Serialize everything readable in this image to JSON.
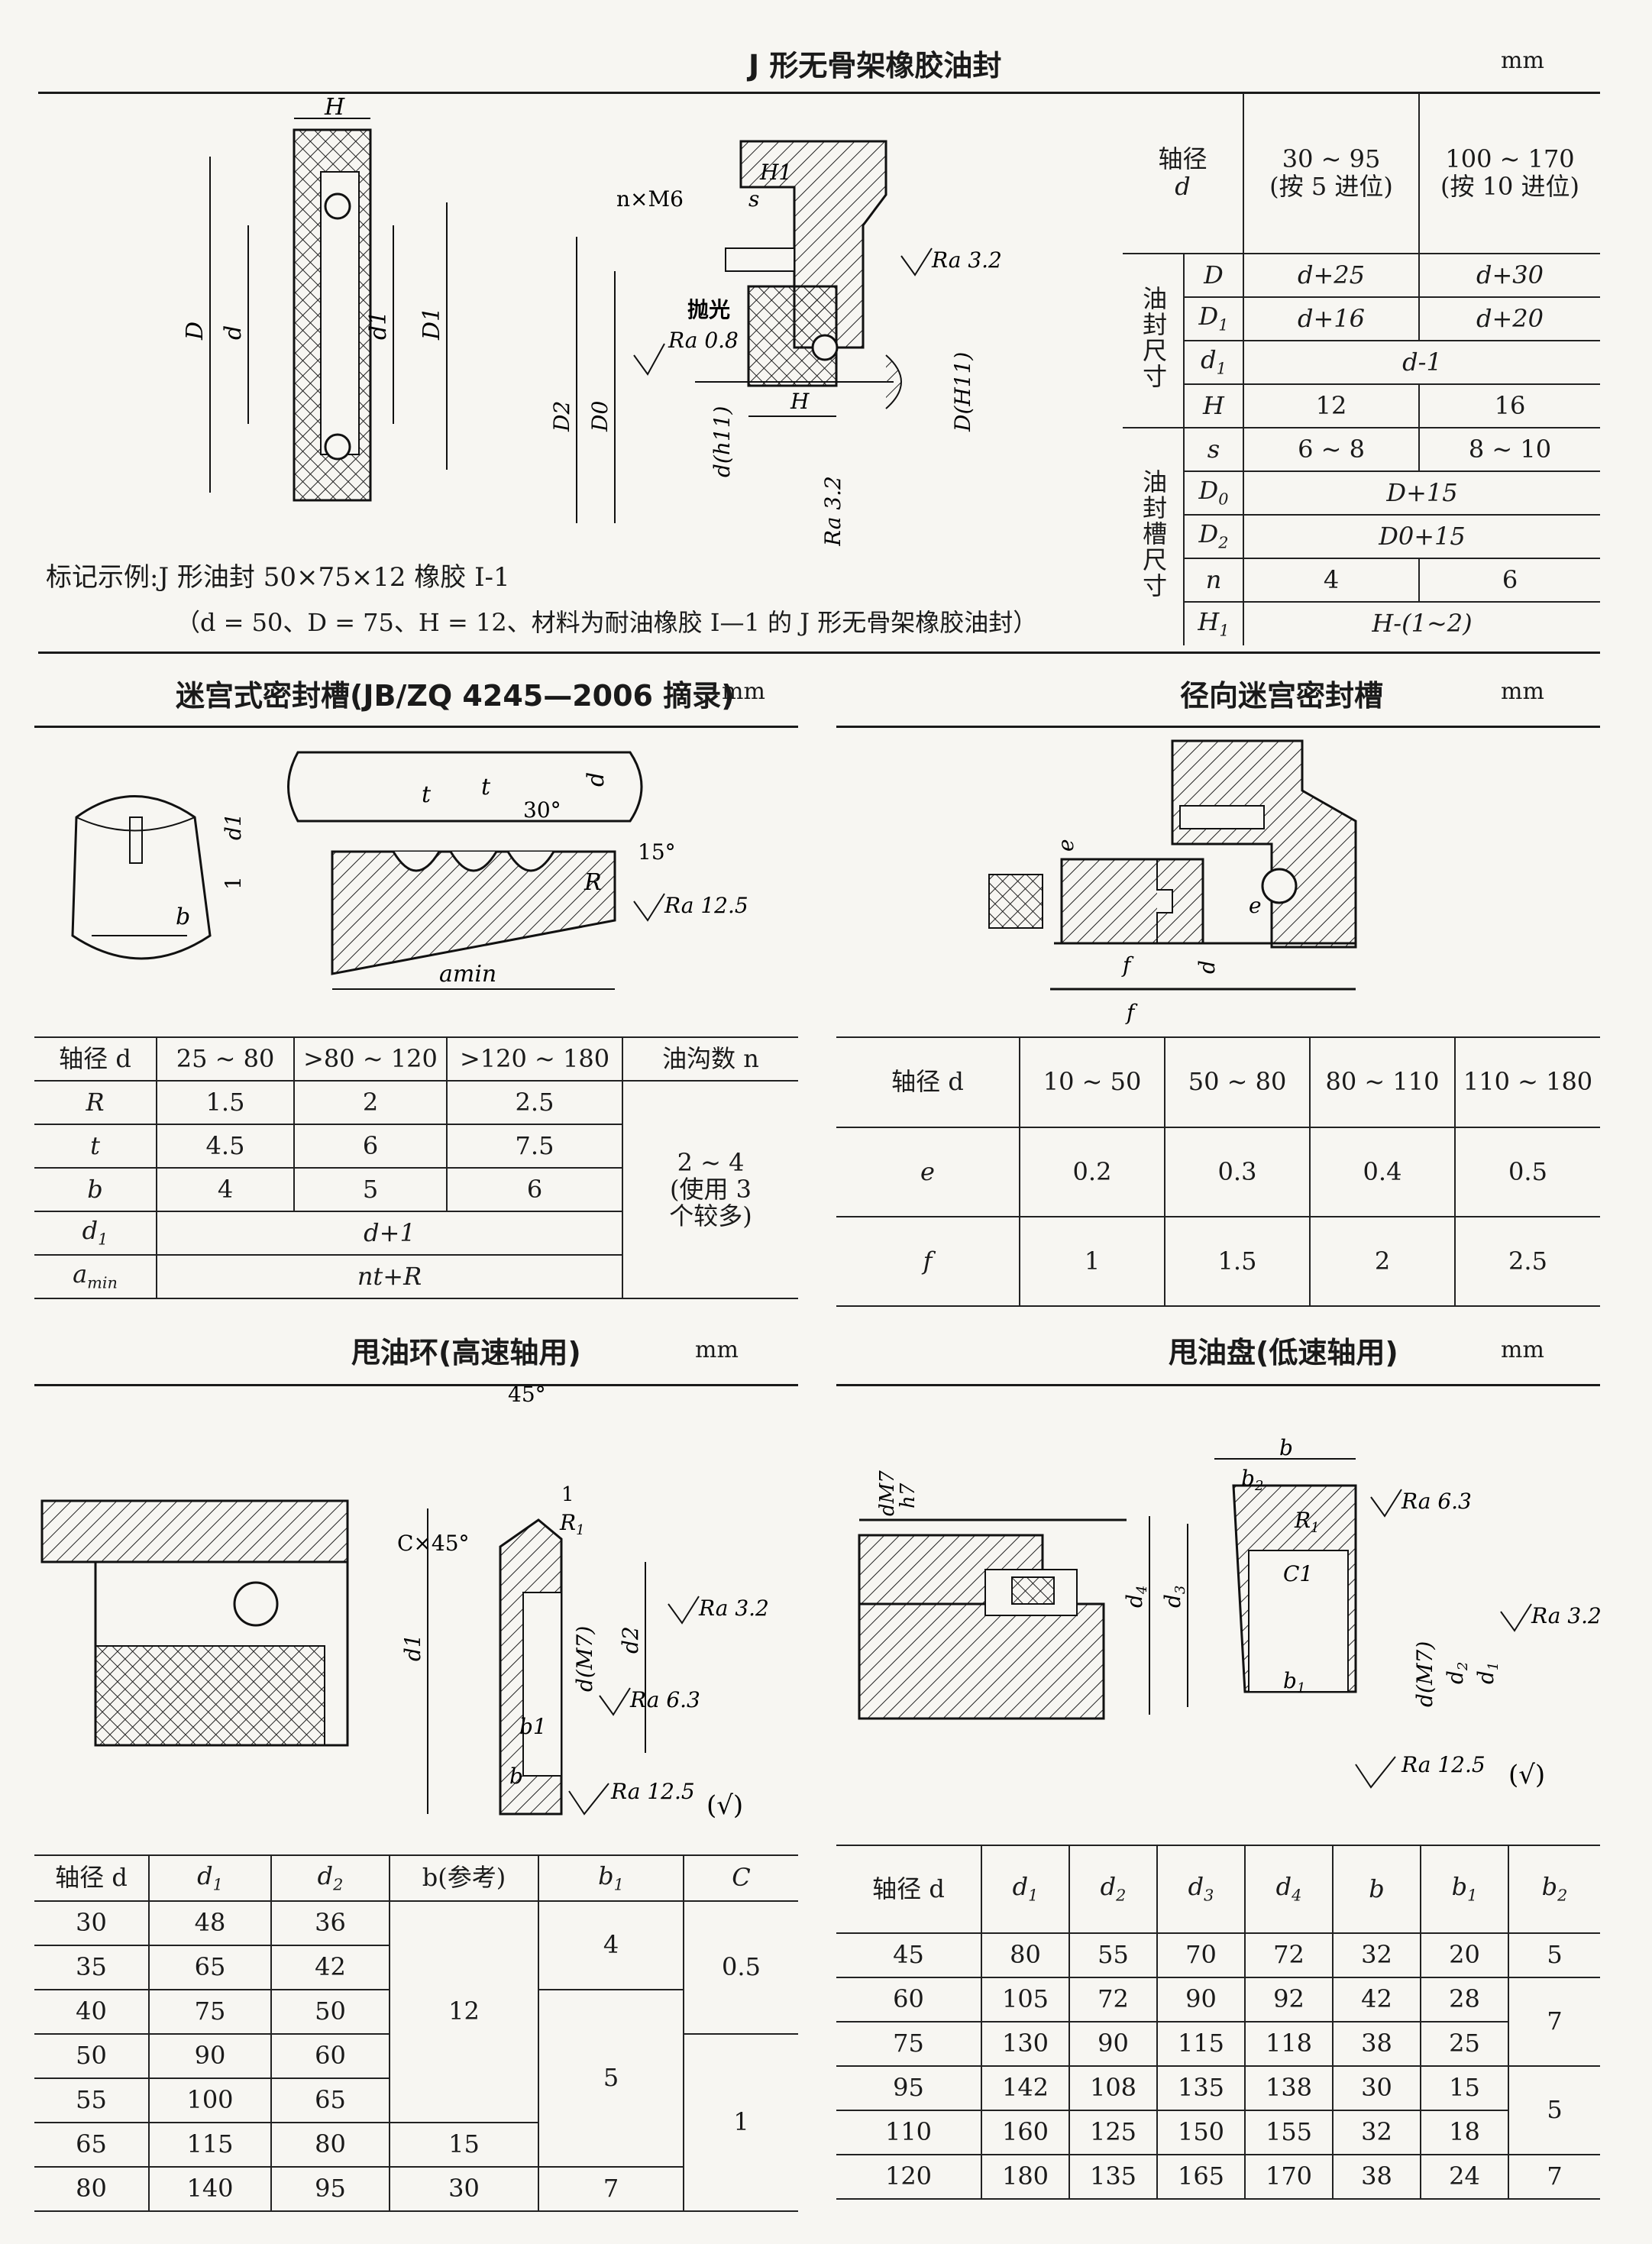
{
  "s1": {
    "title": "J 形无骨架橡胶油封",
    "unit": "mm",
    "example_line1": "标记示例:J 形油封   50×75×12   橡胶 Ⅰ-1",
    "example_line2": "（d = 50、D = 75、H = 12、材料为耐油橡胶 Ⅰ—1 的 J 形无骨架橡胶油封）",
    "table": {
      "head": [
        "轴径",
        "d",
        "30 ~ 95",
        "(按 5 进位)",
        "100 ~ 170",
        "(按 10 进位)"
      ],
      "group1": "油封尺寸",
      "group2": "油封槽尺寸",
      "rows": [
        [
          "D",
          "d+25",
          "d+30"
        ],
        [
          "D1",
          "d+16",
          "d+20"
        ],
        [
          "d1",
          "d-1"
        ],
        [
          "H",
          "12",
          "16"
        ],
        [
          "s",
          "6 ~ 8",
          "8 ~ 10"
        ],
        [
          "D0",
          "D+15"
        ],
        [
          "D2",
          "D0+15"
        ],
        [
          "n",
          "4",
          "6"
        ],
        [
          "H1",
          "H-(1~2)"
        ]
      ]
    },
    "fig": {
      "H": "H",
      "D": "D",
      "d": "d",
      "d1": "d1",
      "D1": "D1",
      "nM6": "n×M6",
      "s": "s",
      "H1": "H1",
      "ra32": "Ra 3.2",
      "polish": "抛光",
      "ra08": "Ra 0.8",
      "D2": "D2",
      "D0": "D0",
      "dh11": "d(h11)",
      "DH11": "D(H11)"
    }
  },
  "s2": {
    "title": "迷宫式密封槽(JB/ZQ 4245—2006 摘录)",
    "unit": "mm",
    "fig": {
      "t": "t",
      "d": "d",
      "d1": "d1",
      "one": "1",
      "deg30": "30°",
      "deg15": "15°",
      "R": "R",
      "ra125": "Ra 12.5",
      "amin": "amin",
      "b": "b"
    },
    "table": {
      "header": [
        "轴径 d",
        "25 ~ 80",
        ">80 ~ 120",
        ">120 ~ 180",
        "油沟数 n"
      ],
      "rows": [
        [
          "R",
          "1.5",
          "2",
          "2.5"
        ],
        [
          "t",
          "4.5",
          "6",
          "7.5"
        ],
        [
          "b",
          "4",
          "5",
          "6"
        ],
        [
          "d1",
          "d+1"
        ],
        [
          "amin",
          "nt+R"
        ]
      ],
      "n_value": "2 ~ 4",
      "n_note1": "(使用 3",
      "n_note2": "个较多)"
    }
  },
  "s3": {
    "title": "径向迷宫密封槽",
    "unit": "mm",
    "fig": {
      "e": "e",
      "f": "f",
      "d": "d"
    },
    "table": {
      "header": [
        "轴径 d",
        "10 ~ 50",
        "50 ~ 80",
        "80 ~ 110",
        "110 ~ 180"
      ],
      "rows": [
        [
          "e",
          "0.2",
          "0.3",
          "0.4",
          "0.5"
        ],
        [
          "f",
          "1",
          "1.5",
          "2",
          "2.5"
        ]
      ]
    }
  },
  "s4": {
    "title": "甩油环(高速轴用)",
    "unit": "mm",
    "fig": {
      "deg45": "45°",
      "one": "1",
      "R1": "R1",
      "C45": "C×45°",
      "d1": "d1",
      "dM7": "d(M7)",
      "d2": "d2",
      "ra32": "Ra 3.2",
      "b1": "b1",
      "ra63": "Ra 6.3",
      "b": "b",
      "ra125": "Ra 12.5",
      "check": "(√)"
    },
    "table": {
      "header": [
        "轴径 d",
        "d1",
        "d2",
        "b(参考)",
        "b1",
        "C"
      ],
      "rows": [
        [
          "30",
          "48",
          "36"
        ],
        [
          "35",
          "65",
          "42"
        ],
        [
          "40",
          "75",
          "50"
        ],
        [
          "50",
          "90",
          "60"
        ],
        [
          "55",
          "100",
          "65"
        ],
        [
          "65",
          "115",
          "80"
        ],
        [
          "80",
          "140",
          "95"
        ]
      ],
      "b_merged": [
        "12",
        "15",
        "30"
      ],
      "b1_merged": [
        "4",
        "5",
        "7"
      ],
      "c_merged": [
        "0.5",
        "1"
      ]
    }
  },
  "s5": {
    "title": "甩油盘(低速轴用)",
    "unit": "mm",
    "fig": {
      "b": "b",
      "b2": "b2",
      "dM7": "dM7",
      "h7": "h7",
      "R1": "R1",
      "ra63": "Ra 6.3",
      "ra32": "Ra 3.2",
      "C1": "C1",
      "d4": "d4",
      "d3": "d3",
      "b1": "b1",
      "dM7b": "d(M7)",
      "d2": "d2",
      "d1": "d1",
      "ra125": "Ra 12.5",
      "check": "(√)"
    },
    "table": {
      "header": [
        "轴径 d",
        "d1",
        "d2",
        "d3",
        "d4",
        "b",
        "b1",
        "b2"
      ],
      "rows": [
        [
          "45",
          "80",
          "55",
          "70",
          "72",
          "32",
          "20",
          "5"
        ],
        [
          "60",
          "105",
          "72",
          "90",
          "92",
          "42",
          "28"
        ],
        [
          "75",
          "130",
          "90",
          "115",
          "118",
          "38",
          "25"
        ],
        [
          "95",
          "142",
          "108",
          "135",
          "138",
          "30",
          "15"
        ],
        [
          "110",
          "160",
          "125",
          "150",
          "155",
          "32",
          "18"
        ],
        [
          "120",
          "180",
          "135",
          "165",
          "170",
          "38",
          "24",
          "7"
        ]
      ],
      "b2_merged": [
        "7",
        "5"
      ]
    }
  }
}
